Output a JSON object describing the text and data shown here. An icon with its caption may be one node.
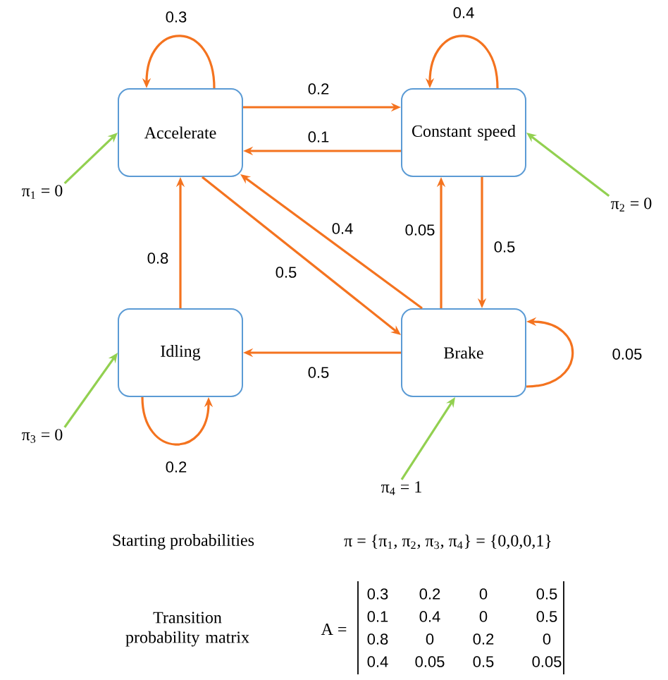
{
  "diagram": {
    "nodes": [
      {
        "text": [
          "Accelerate"
        ]
      },
      {
        "text": [
          "Constant speed"
        ]
      },
      {
        "text": [
          "Idling"
        ]
      },
      {
        "text": [
          "Brake"
        ]
      },
      {
        "text": [
          "π$_{1}$ = 0"
        ]
      },
      {
        "text": [
          "π$_{2}$ = 0"
        ]
      },
      {
        "text": [
          "π$_{3}$ = 0"
        ]
      },
      {
        "text": [
          "π$_{4}$ = 1"
        ]
      }
    ],
    "edges": [
      {
        "from": 0,
        "to": 0,
        "arrow": "to",
        "label": "0.3"
      },
      {
        "from": 0,
        "to": 1,
        "arrow": "to",
        "label": "0.2"
      },
      {
        "from": 1,
        "to": 0,
        "arrow": "to",
        "label": "0.1"
      },
      {
        "from": 1,
        "to": 1,
        "arrow": "to",
        "label": "0.4"
      },
      {
        "from": 0,
        "to": 3,
        "arrow": "to",
        "label": "0.5"
      },
      {
        "from": 3,
        "to": 0,
        "arrow": "to",
        "label": "0.4"
      },
      {
        "from": 3,
        "to": 1,
        "arrow": "to",
        "label": "0.05"
      },
      {
        "from": 1,
        "to": 3,
        "arrow": "to",
        "label": "0.5"
      },
      {
        "from": 2,
        "to": 0,
        "arrow": "to",
        "label": "0.8"
      },
      {
        "from": 3,
        "to": 2,
        "arrow": "to",
        "label": "0.5"
      },
      {
        "from": 2,
        "to": 2,
        "arrow": "to",
        "label": "0.2"
      },
      {
        "from": 3,
        "to": 3,
        "arrow": "to",
        "label": "0.05"
      },
      {
        "from": 4,
        "to": 0,
        "arrow": "to",
        "color": "#92d050"
      },
      {
        "from": 5,
        "to": 1,
        "arrow": "to",
        "color": "#92d050"
      },
      {
        "from": 6,
        "to": 2,
        "arrow": "to",
        "color": "#92d050"
      },
      {
        "from": 7,
        "to": 3,
        "arrow": "to",
        "color": "#92d050"
      }
    ],
    "labels": [
      "Starting probabilities",
      "π = {π$_{1}$, π$_{2}$, π$_{3}$, π$_{4}$} = {0,0,0,1}",
      "Transition probability matrix",
      "A =",
      "0.3",
      "0.2",
      "0",
      "0.5",
      "0.1",
      "0.4",
      "0",
      "0.5",
      "0.8",
      "0",
      "0.2",
      "0",
      "0.4",
      "0.05",
      "0.5",
      "0.05"
    ]
  }
}
